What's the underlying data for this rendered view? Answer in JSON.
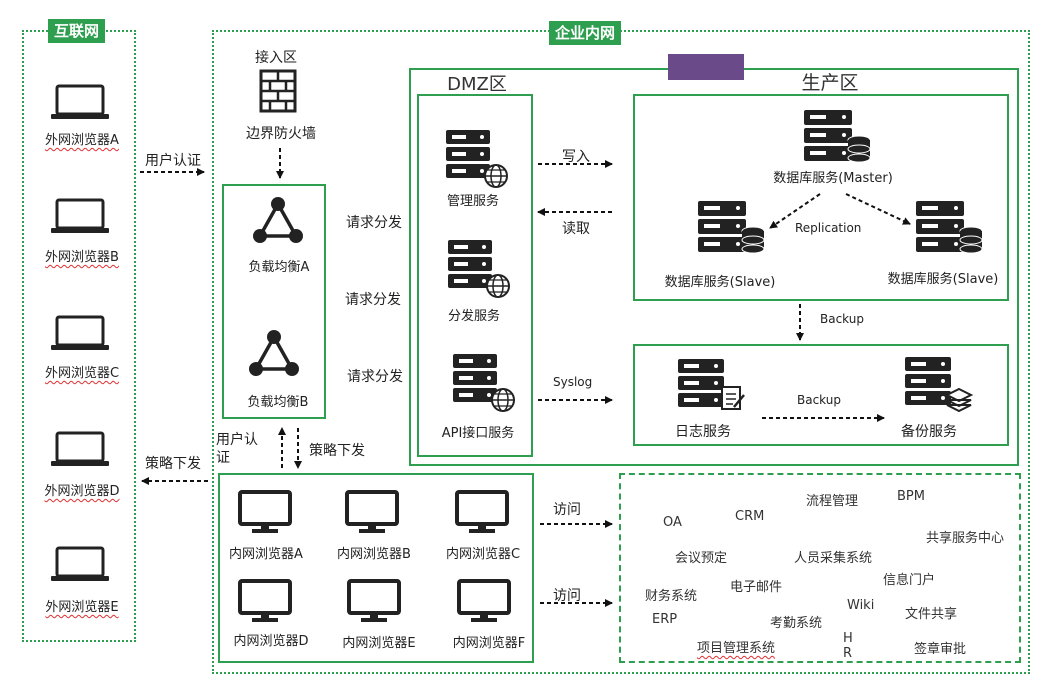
{
  "zones": {
    "internet": "互联网",
    "intranet": "企业内网",
    "access": "接入区",
    "dmz": "DMZ区",
    "production": "生产区"
  },
  "internet_clients": [
    "外网浏览器A",
    "外网浏览器B",
    "外网浏览器C",
    "外网浏览器D",
    "外网浏览器E"
  ],
  "access_nodes": {
    "firewall": "边界防火墙",
    "lb_a": "负载均衡A",
    "lb_b": "负载均衡B"
  },
  "dmz_services": [
    "管理服务",
    "分发服务",
    "API接口服务"
  ],
  "production_nodes": {
    "db_master": "数据库服务(Master)",
    "db_slave_1": "数据库服务(Slave)",
    "db_slave_2": "数据库服务(Slave)",
    "log": "日志服务",
    "backup": "备份服务"
  },
  "intranet_clients": [
    "内网浏览器A",
    "内网浏览器B",
    "内网浏览器C",
    "内网浏览器D",
    "内网浏览器E",
    "内网浏览器F"
  ],
  "systems": [
    "OA",
    "CRM",
    "流程管理",
    "BPM",
    "共享服务中心",
    "会议预定",
    "人员采集系统",
    "信息门户",
    "财务系统",
    "电子邮件",
    "Wiki",
    "文件共享",
    "ERP",
    "考勤系统",
    "项目管理系统",
    "H\nR",
    "签章审批"
  ],
  "edges": {
    "user_auth_in": "用户认证",
    "policy_out": "策略下发",
    "dispatch_1": "请求分发",
    "dispatch_2": "请求分发",
    "dispatch_3": "请求分发",
    "write": "写入",
    "read": "读取",
    "syslog": "Syslog",
    "replication": "Replication",
    "backup_1": "Backup",
    "backup_2": "Backup",
    "user_auth_intranet": "用户认\n证",
    "policy_intranet": "策略下发",
    "visit_1": "访问",
    "visit_2": "访问"
  },
  "colors": {
    "zone_green": "#2e9e4f",
    "icon_dark": "#222222",
    "highlight": "#6b4a8a"
  }
}
